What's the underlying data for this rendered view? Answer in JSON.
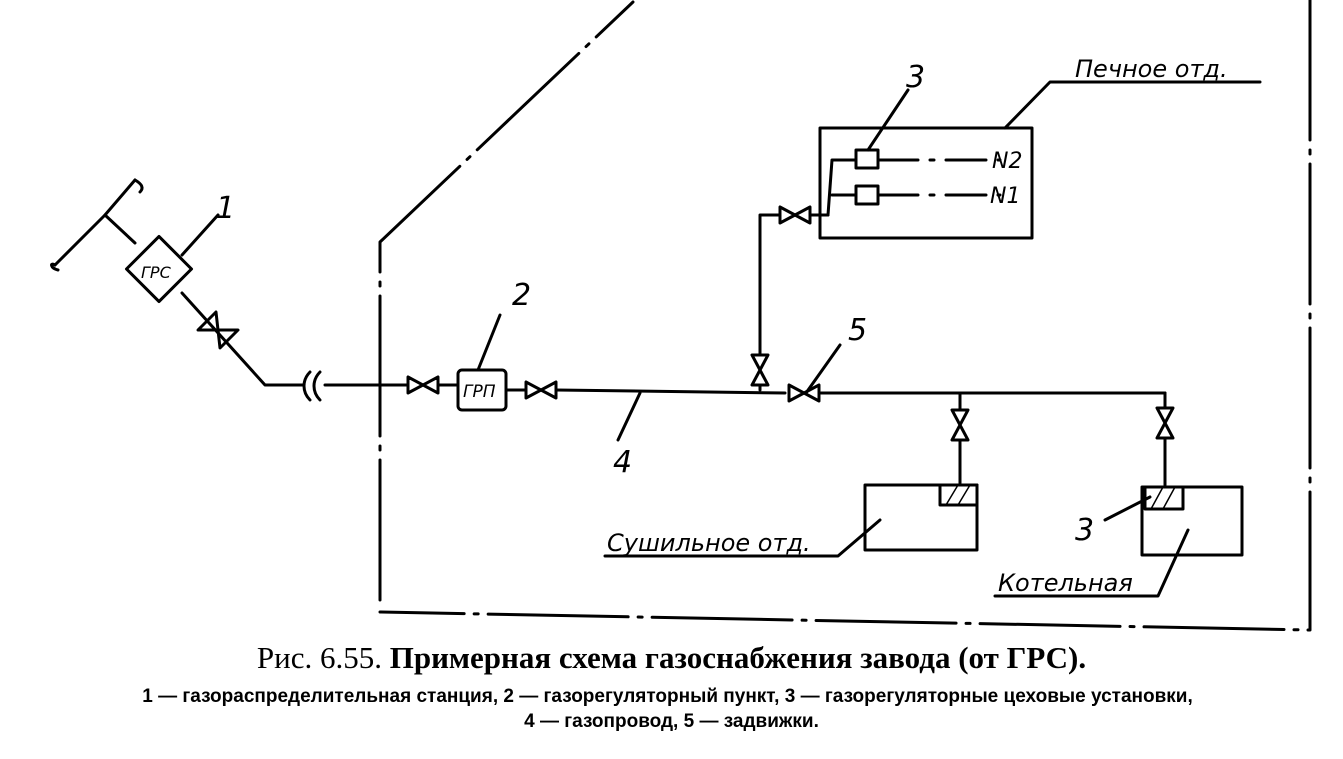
{
  "labels": {
    "grs": "ГРС",
    "grp": "ГРП",
    "n1": "N1",
    "n2": "N2",
    "num_1": "1",
    "num_2": "2",
    "num_3_top": "3",
    "num_3_right": "3",
    "num_4": "4",
    "num_5": "5",
    "furnace_dept": "Печное отд.",
    "drying_dept": "Сушильное отд.",
    "boiler_room": "Котельная"
  },
  "caption": {
    "prefix": "Рис. 6.55.",
    "title": "Примерная схема газоснабжения завода (от ГРС).",
    "legend_line1": "1 — газораспределительная станция, 2 — газорегуляторный пункт, 3 — газорегуляторные цеховые установки,",
    "legend_line2": "4 — газопровод, 5 — задвижки."
  }
}
